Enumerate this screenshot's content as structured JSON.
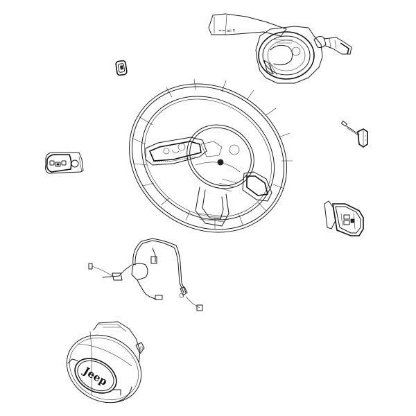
{
  "diagram": {
    "type": "exploded parts view",
    "subject": "Steering wheel assembly",
    "background": "#ffffff",
    "line_color": "#1a1a1a",
    "parts": [
      {
        "id": "clockspring-switch",
        "name": "Multifunction switch / clockspring with stalks",
        "position": "top-right"
      },
      {
        "id": "small-switch",
        "name": "Small switch button",
        "position": "upper-left"
      },
      {
        "id": "steering-wheel",
        "name": "Steering wheel",
        "position": "center"
      },
      {
        "id": "sensor-pigtail",
        "name": "Sensor with wire lead",
        "position": "right"
      },
      {
        "id": "left-control-switch",
        "name": "Left steering wheel control switch",
        "position": "left"
      },
      {
        "id": "right-control-switch",
        "name": "Right steering wheel control switch",
        "position": "right-lower"
      },
      {
        "id": "wiring-harness",
        "name": "Steering wheel wiring harness",
        "position": "lower-center"
      },
      {
        "id": "airbag-module",
        "name": "Driver airbag module",
        "position": "bottom-left",
        "logo": "Jeep"
      }
    ]
  }
}
